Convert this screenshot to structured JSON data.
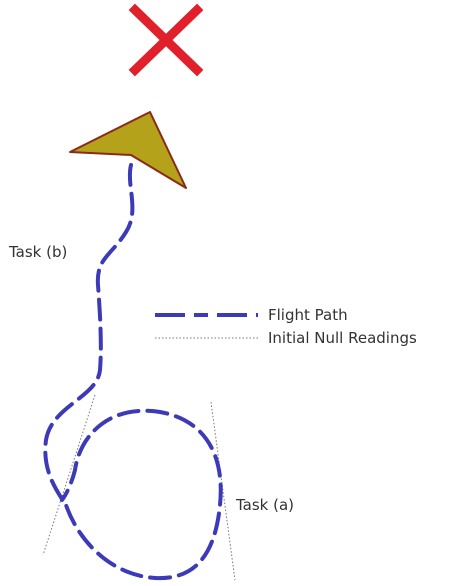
{
  "labels": {
    "task_a": "Task (a)",
    "task_b": "Task (b)"
  },
  "legend": {
    "flight_path": "Flight Path",
    "initial_null": "Initial Null Readings"
  },
  "colors": {
    "flight_path": "#3d3ab8",
    "target_x": "#e0202a",
    "aircraft_fill": "#b3a21a",
    "aircraft_stroke": "#8a2a1a",
    "null_line": "#777777",
    "text": "#333333"
  },
  "icons": {
    "target": "x-mark-icon",
    "aircraft": "arrowhead-icon"
  }
}
